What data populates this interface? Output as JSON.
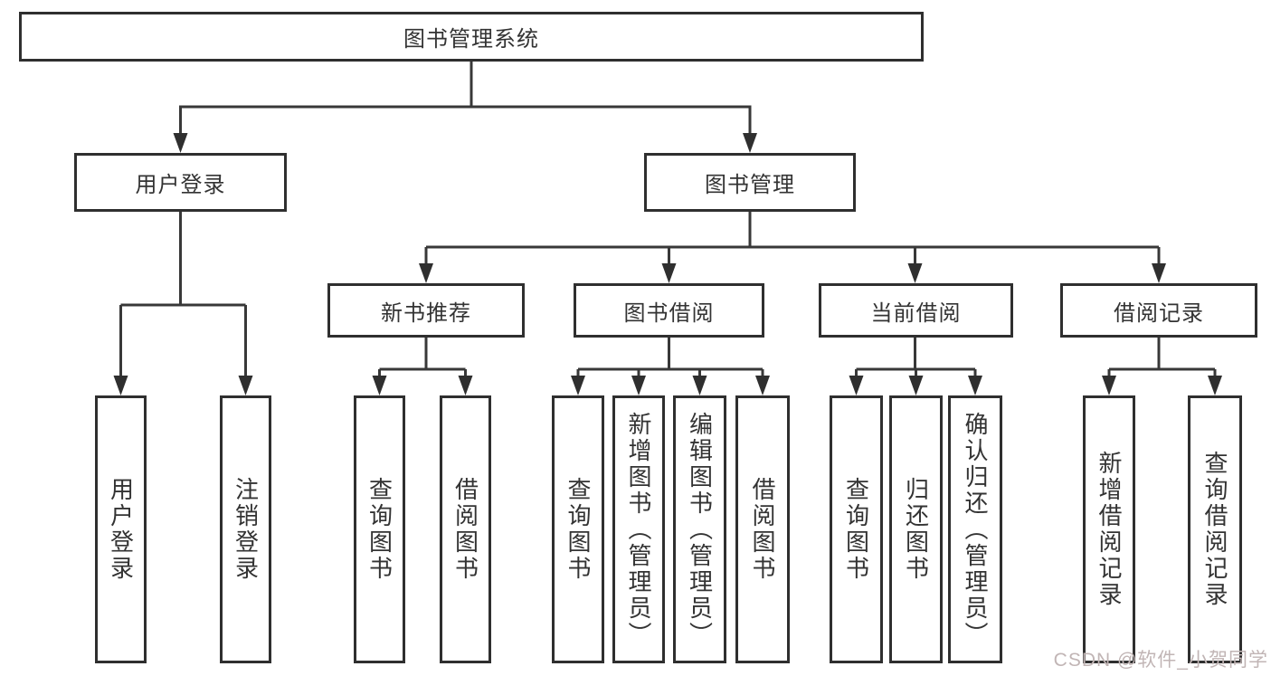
{
  "diagram_title": "图书管理系统",
  "watermark": {
    "text": "CSDN @软件_小贺同学"
  },
  "colors": {
    "background": "#ffffff",
    "line": "#383838",
    "box_border": "#2f2f2f",
    "text": "#333333",
    "watermark": "#c1b5b5"
  },
  "tree": {
    "label": "图书管理系统",
    "children": [
      {
        "label": "用户登录",
        "children": [
          {
            "label": "用户登录"
          },
          {
            "label": "注销登录"
          }
        ]
      },
      {
        "label": "图书管理",
        "children": [
          {
            "label": "新书推荐",
            "children": [
              {
                "label": "查询图书"
              },
              {
                "label": "借阅图书"
              }
            ]
          },
          {
            "label": "图书借阅",
            "children": [
              {
                "label": "查询图书"
              },
              {
                "label": "新增图书（管理员）"
              },
              {
                "label": "编辑图书（管理员）"
              },
              {
                "label": "借阅图书"
              }
            ]
          },
          {
            "label": "当前借阅",
            "children": [
              {
                "label": "查询图书"
              },
              {
                "label": "归还图书"
              },
              {
                "label": "确认归还（管理员）"
              }
            ]
          },
          {
            "label": "借阅记录",
            "children": [
              {
                "label": "新增借阅记录"
              },
              {
                "label": "查询借阅记录"
              }
            ]
          }
        ]
      }
    ]
  }
}
